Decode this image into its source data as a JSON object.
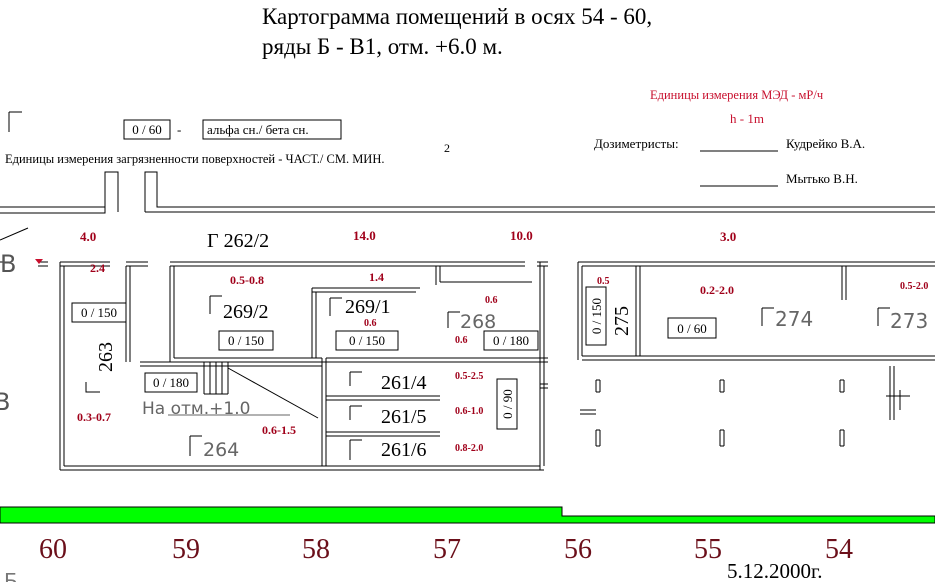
{
  "title": {
    "line1": "Картограмма помещений в осях 54 - 60,",
    "line2": "ряды Б - В1, отм. +6.0 м."
  },
  "legend": {
    "sample_box": "0 / 60",
    "dash": "-",
    "meaning": "альфа сн./ бета сн.",
    "surface_units_main": "Единицы измерения загрязненности поверхностей - ЧАСТ./ СМ. МИН.",
    "surface_units_sup": "2",
    "dose_units": "Единицы измерения МЭД - мР/ч",
    "height": "h - 1m",
    "dosimetrists_label": "Дозиметристы:",
    "dosimetrist1": "Кудрейко В.А.",
    "dosimetrist2": "Мытько В.Н.",
    "accent_color": "#a0001a",
    "strip_color": "#00ff00"
  },
  "rooms": {
    "r262_2": "Г 262/2",
    "r269_2": "269/2",
    "r269_1": "269/1",
    "r268": "268",
    "r275": "275",
    "r274": "274",
    "r273": "273",
    "r263": "263",
    "r261_4": "261/4",
    "r261_5": "261/5",
    "r261_6": "261/6",
    "r264": "264",
    "mark": "На отм.+1.0",
    "left_glyph": "В",
    "top_left_glyph": "В"
  },
  "dose": {
    "corr_a": "4.0",
    "corr_b": "14.0",
    "corr_c": "10.0",
    "corr_d": "3.0",
    "d263_top": "2.4",
    "d269_2": "0.5-0.8",
    "d269_1_top": "1.4",
    "d269_1_in": "0.6",
    "d268_top": "0.6",
    "d268_in": "0.6",
    "d275": "0.5",
    "d274": "0.2-2.0",
    "d273": "0.5-2.0",
    "d263": "0.3-0.7",
    "d264": "0.6-1.5",
    "d261_4": "0.5-2.5",
    "d261_5": "0.6-1.0",
    "d261_6": "0.8-2.0"
  },
  "contamination": {
    "c263": "0 / 150",
    "c269_2": "0 / 150",
    "c269_1": "0 / 150",
    "c268": "0 / 180",
    "c275": "0 / 150",
    "c274": "0 / 60",
    "c264": "0 / 180",
    "c261": "0 / 90"
  },
  "axes": [
    "60",
    "59",
    "58",
    "57",
    "56",
    "55",
    "54"
  ],
  "date": "5.12.2000г.",
  "bottom_glyph": "Б"
}
